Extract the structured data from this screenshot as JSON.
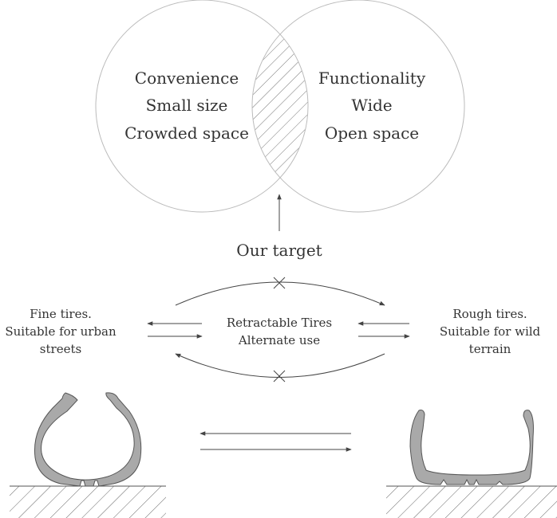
{
  "venn": {
    "left_lines": [
      "Convenience",
      "Small size",
      "Crowded space"
    ],
    "right_lines": [
      "Functionality",
      "Wide",
      "Open space"
    ]
  },
  "target_label": "Our target",
  "left_tire": {
    "lines": [
      "Fine tires.",
      "Suitable for urban",
      "streets"
    ]
  },
  "right_tire": {
    "lines": [
      "Rough tires.",
      "Suitable for wild",
      "terrain"
    ]
  },
  "center": {
    "lines": [
      "Retractable Tires",
      "Alternate use"
    ]
  },
  "colors": {
    "stroke": "#555555",
    "tire_fill": "#a9a9a9",
    "text": "#333333"
  }
}
